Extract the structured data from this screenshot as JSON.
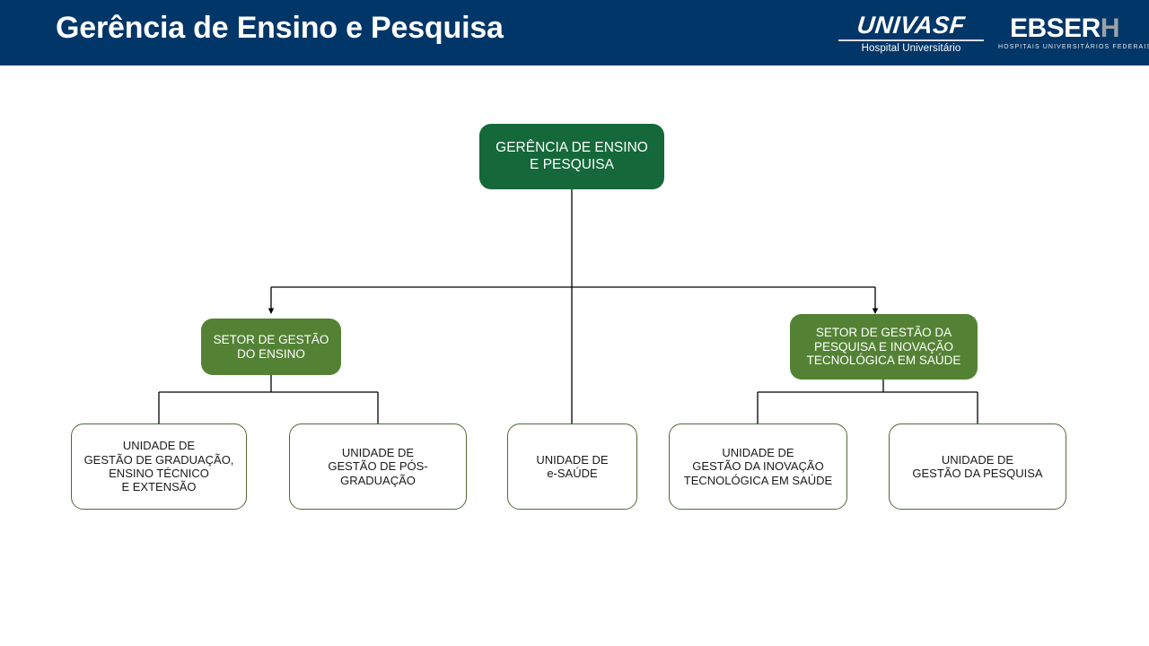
{
  "header": {
    "title": "Gerência de Ensino e Pesquisa",
    "background_color": "#013668",
    "logos": {
      "univasf": {
        "wordmark": "UNIVASF",
        "subtitle": "Hospital Universitário"
      },
      "ebserh": {
        "wordmark_main": "EBSER",
        "wordmark_accent": "H",
        "subtitle": "HOSPITAIS UNIVERSITÁRIOS FEDERAIS"
      }
    }
  },
  "org_chart": {
    "colors": {
      "root_box": "#14683a",
      "sector_box": "#548235",
      "unit_border": "#4f6b33",
      "unit_fill": "#ffffff",
      "connector": "#000000"
    },
    "root": {
      "label": "GERÊNCIA DE ENSINO\nE PESQUISA"
    },
    "sectors": [
      {
        "label": "SETOR DE GESTÃO\nDO ENSINO"
      },
      {
        "label": "SETOR DE GESTÃO DA\nPESQUISA E INOVAÇÃO\nTECNOLÓGICA EM SAÚDE"
      }
    ],
    "units": [
      {
        "label": "UNIDADE DE\nGESTÃO DE GRADUAÇÃO,\nENSINO TÉCNICO\nE EXTENSÃO"
      },
      {
        "label": "UNIDADE DE\nGESTÃO DE PÓS-\nGRADUAÇÃO"
      },
      {
        "label": "UNIDADE DE\ne-SAÚDE"
      },
      {
        "label": "UNIDADE DE\nGESTÃO DA INOVAÇÃO\nTECNOLÓGICA EM SAÚDE"
      },
      {
        "label": "UNIDADE DE\nGESTÃO DA PESQUISA"
      }
    ]
  }
}
